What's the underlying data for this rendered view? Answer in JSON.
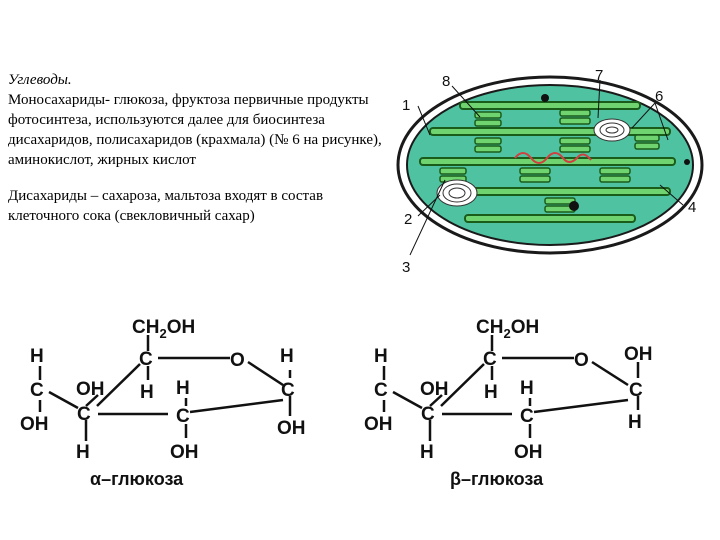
{
  "text": {
    "title": "Углеводы.",
    "paragraph1": "Моносахариды- глюкоза, фруктоза первичные продукты фотосинтеза, используются далее для биосинтеза дисахаридов, полисахаридов (крахмала) (№ 6 на рисунке), аминокислот, жирных кислот",
    "paragraph2": "Дисахариды – сахароза, мальтоза входят в состав клеточного сока (свекловичный сахар)"
  },
  "chloroplast": {
    "labels": [
      "1",
      "2",
      "3",
      "4",
      "6",
      "7",
      "8"
    ]
  },
  "glucose": {
    "ch2oh_main": "CH",
    "ch2oh_sub": "2",
    "ch2oh_tail": "OH",
    "carbon": "C",
    "oxygen": "O",
    "hydrogen": "H",
    "hydroxyl": "OH",
    "alpha_caption": "α–глюкоза",
    "beta_caption": "β–глюкоза"
  },
  "colors": {
    "cell_fill": "#4fc3a1",
    "membrane": "#1a1a1a",
    "thylakoid": "#2e8b2e",
    "dna": "#d04040"
  }
}
